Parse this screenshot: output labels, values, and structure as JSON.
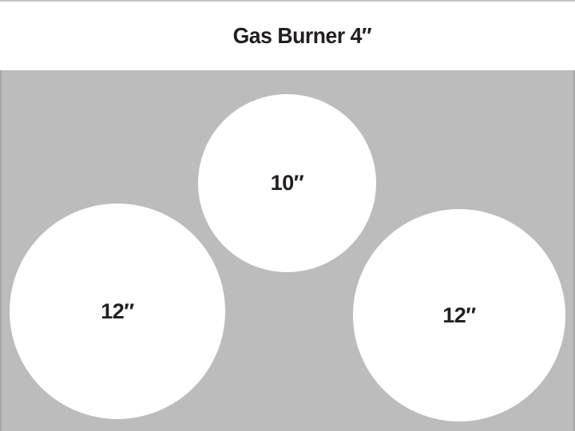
{
  "title": "Gas Burner 4″",
  "burners": [
    {
      "name": "center-burner",
      "label": "10″",
      "size_inches": 10
    },
    {
      "name": "left-burner",
      "label": "12″",
      "size_inches": 12
    },
    {
      "name": "right-burner",
      "label": "12″",
      "size_inches": 12
    }
  ],
  "colors": {
    "cooktop_gray": "#bcbcbc",
    "burner_white": "#ffffff",
    "text": "#231f20",
    "top_border": "#c6c6c6",
    "side_border": "#a6a6a6"
  }
}
